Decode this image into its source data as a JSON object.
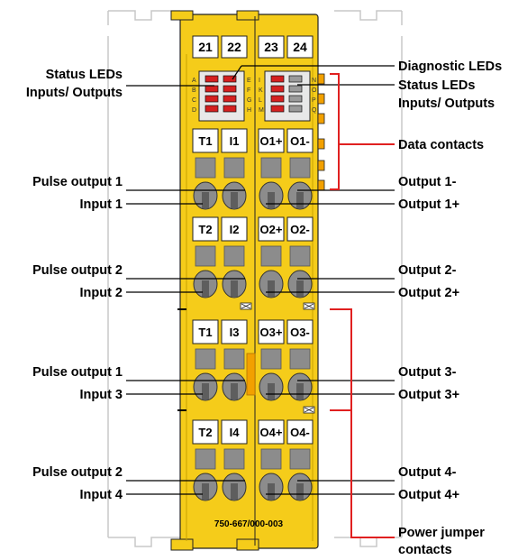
{
  "module": {
    "terminals": [
      "21",
      "22",
      "23",
      "24"
    ],
    "led_letters_left": [
      "A",
      "B",
      "C",
      "D"
    ],
    "led_letters_mid": [
      "E",
      "F",
      "G",
      "H"
    ],
    "led_letters_right_a": [
      "I",
      "K",
      "L",
      "M"
    ],
    "led_letters_right_b": [
      "N",
      "O",
      "P",
      "Q"
    ],
    "part_number": "750-667/000-003",
    "groups": [
      {
        "left_labels": [
          "T1",
          "I1"
        ],
        "right_labels": [
          "O1+",
          "O1-"
        ]
      },
      {
        "left_labels": [
          "T2",
          "I2"
        ],
        "right_labels": [
          "O2+",
          "O2-"
        ]
      },
      {
        "left_labels": [
          "T1",
          "I3"
        ],
        "right_labels": [
          "O3+",
          "O3-"
        ]
      },
      {
        "left_labels": [
          "T2",
          "I4"
        ],
        "right_labels": [
          "O4+",
          "O4-"
        ]
      }
    ]
  },
  "callouts_left": {
    "status_leds_line1": "Status LEDs",
    "status_leds_line2": "Inputs/ Outputs",
    "pulse_output_1a": "Pulse output 1",
    "input_1": "Input 1",
    "pulse_output_2a": "Pulse output 2",
    "input_2": "Input 2",
    "pulse_output_1b": "Pulse output 1",
    "input_3": "Input 3",
    "pulse_output_2b": "Pulse output 2",
    "input_4": "Input 4"
  },
  "callouts_right": {
    "diagnostic_leds": "Diagnostic LEDs",
    "status_leds_line1": "Status LEDs",
    "status_leds_line2": "Inputs/ Outputs",
    "data_contacts": "Data contacts",
    "output_1_minus": "Output 1-",
    "output_1_plus": "Output 1+",
    "output_2_minus": "Output 2-",
    "output_2_plus": "Output 2+",
    "output_3_minus": "Output 3-",
    "output_3_plus": "Output 3+",
    "output_4_minus": "Output 4-",
    "output_4_plus": "Output 4+",
    "power_jumper_line1": "Power jumper",
    "power_jumper_line2": "contacts"
  },
  "colors": {
    "housing": "#f5cc1a",
    "housing_dark": "#e0b400",
    "gray_block": "#8c8c8c",
    "red_bracket": "#e02020",
    "orange_contact": "#f2a000",
    "led_red": "#d42020"
  }
}
